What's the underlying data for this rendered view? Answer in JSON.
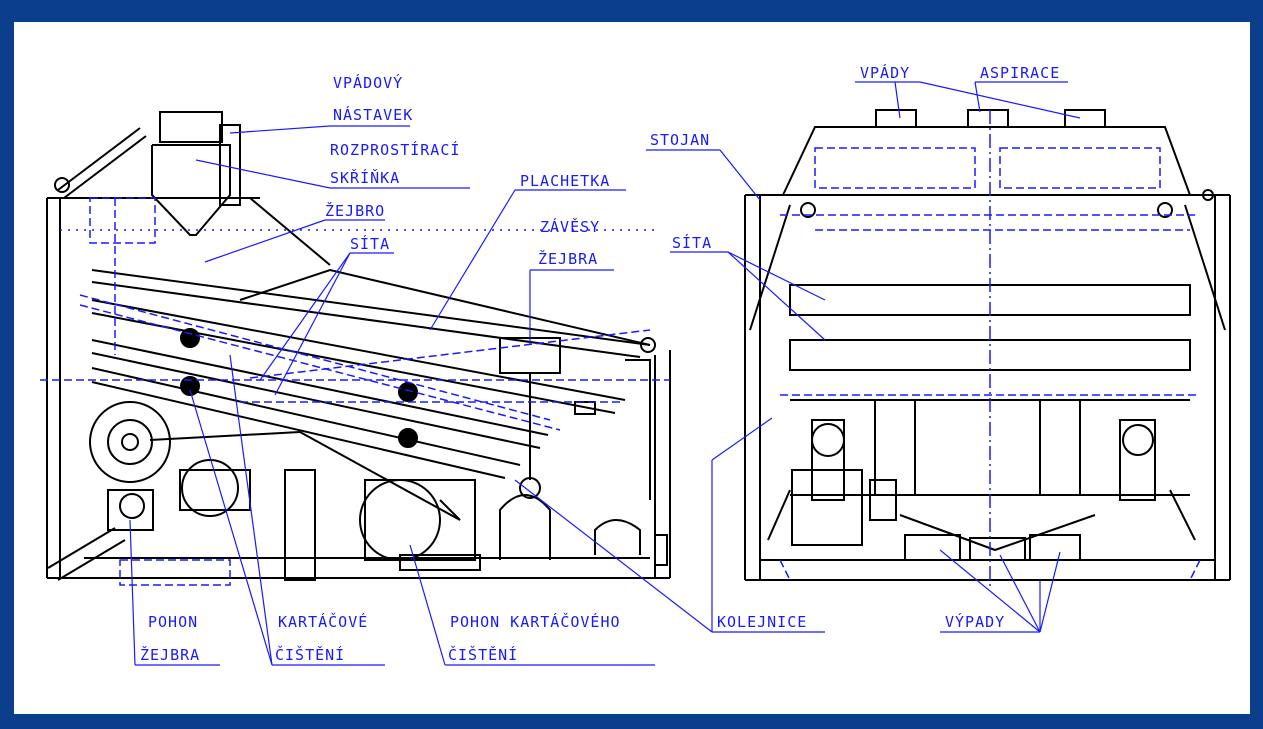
{
  "colors": {
    "frame": "#0b3f8c",
    "sheet": "#ffffff",
    "ink": "#000000",
    "accent": "#1a1aff"
  },
  "labels": {
    "vpadovy": "VPÁDOVÝ",
    "nastavek": "NÁSTAVEK",
    "rozprostiraci": "ROZPROSTÍRACÍ",
    "skrinka": "SKŘÍŇKA",
    "zejbro": "ŽEJBRO",
    "plachetka": "PLACHETKA",
    "sita_left": "SÍTA",
    "zavesy": "ZÁVĚSY",
    "zejbra": "ŽEJBRA",
    "pohon": "POHON",
    "zejbra_drive": "ŽEJBRA",
    "kartacove": "KARTÁČOVÉ",
    "cisteni": "ČIŠTĚNÍ",
    "pohon_kart": "POHON KARTÁČOVÉHO",
    "cisteni2": "ČIŠTĚNÍ",
    "kolejnice": "KOLEJNICE",
    "vpady": "VPÁDY",
    "aspirace": "ASPIRACE",
    "stojan": "STOJAN",
    "sita_right": "SÍTA",
    "vypady": "VÝPADY"
  }
}
